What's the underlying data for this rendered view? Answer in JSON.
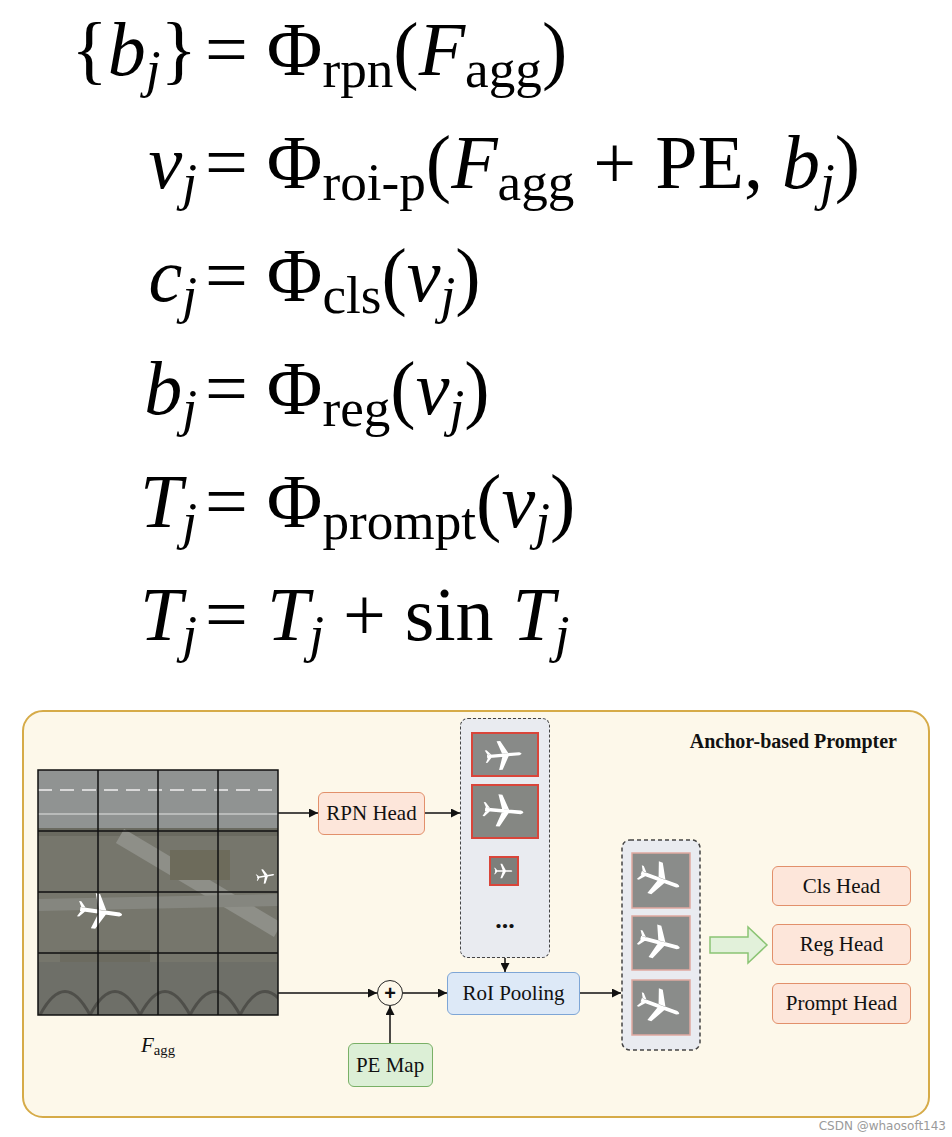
{
  "diagram": {
    "nodes": [
      {
        "text": [
          "Anchor-based Prompter"
        ]
      },
      {
        "text": [
          "F",
          "agg"
        ],
        "in": 0
      },
      {
        "text": [
          "RPN Head"
        ],
        "in": 0
      },
      {
        "text": [
          "..."
        ],
        "in": 0
      },
      {
        "text": [
          "+"
        ],
        "in": 0
      },
      {
        "text": [
          "RoI Pooling"
        ],
        "in": 0
      },
      {
        "text": [
          "PE Map"
        ],
        "in": 0
      },
      {
        "text": [
          "Cls Head"
        ],
        "in": 0
      },
      {
        "text": [
          "Reg Head"
        ],
        "in": 0
      },
      {
        "text": [
          "Prompt Head"
        ],
        "in": 0
      }
    ],
    "edges": [
      {
        "from": 1,
        "to": 2,
        "arrow": "to"
      },
      {
        "from": 2,
        "to": 3,
        "arrow": "to"
      },
      {
        "from": 3,
        "to": 5,
        "arrow": "to"
      },
      {
        "from": 1,
        "to": 4,
        "arrow": "to"
      },
      {
        "from": 6,
        "to": 4,
        "arrow": "to"
      },
      {
        "from": 4,
        "to": 5,
        "arrow": "to"
      }
    ],
    "labels": [
      "{",
      "b",
      "j",
      "}",
      "= Φ",
      "rpn",
      "(",
      "F",
      "agg",
      ")",
      "v",
      "j",
      "= Φ",
      "roi-p",
      "(",
      "F",
      "agg",
      " + PE, ",
      "b",
      "j",
      ")",
      "c",
      "j",
      "= Φ",
      "cls",
      "(",
      "v",
      "j",
      ")",
      "b",
      "j",
      "= Φ",
      "reg",
      "(",
      "v",
      "j",
      ")",
      "T",
      "j",
      "= Φ",
      "prompt",
      "(",
      "v",
      "j",
      ")",
      "T",
      "j",
      "= ",
      "T",
      "j",
      " + sin ",
      "T",
      "j",
      "CSDN @whaosoft143"
    ]
  }
}
